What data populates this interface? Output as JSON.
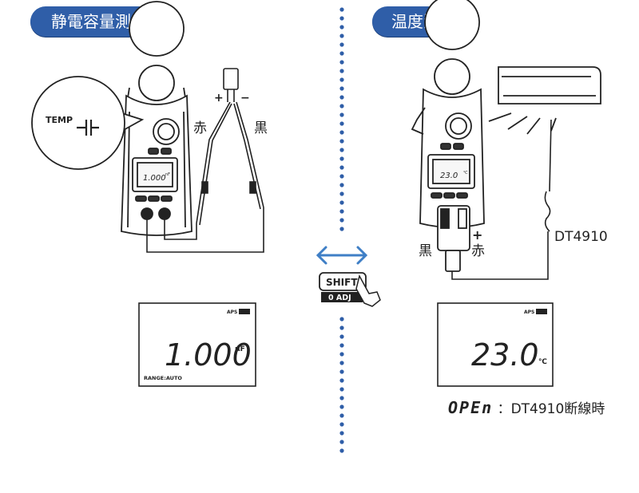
{
  "headers": {
    "capacitance": "静電容量測定",
    "temperature": "温度測定"
  },
  "capacitance": {
    "callout_text": "TEMP",
    "probe_plus": "+",
    "probe_minus": "−",
    "label_red": "赤",
    "label_black": "黒",
    "meter_small_reading": "1.000",
    "meter_small_unit": "nF",
    "display": {
      "aps": "APS",
      "reading": "1.000",
      "unit": "μF",
      "range": "RANGE:AUTO"
    }
  },
  "temperature": {
    "plus": "+",
    "label_black": "黒",
    "label_red": "赤",
    "probe_model": "DT4910",
    "meter_small_reading": "23.0",
    "meter_small_unit": "℃",
    "display": {
      "aps": "APS",
      "reading": "23.0",
      "unit": "℃"
    },
    "open_code": "OPEn",
    "open_note": "：DT4910断線時"
  },
  "center": {
    "shift_label": "SHIFT",
    "adj_label": "0 ADJ"
  },
  "colors": {
    "header_bg": "#2f5ea8",
    "divider": "#2f5ea8",
    "arrow": "#3f7fc6"
  }
}
